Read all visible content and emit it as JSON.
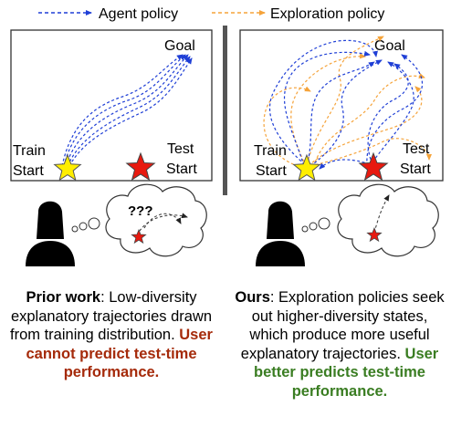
{
  "legend": {
    "agent_label": "Agent policy",
    "exploration_label": "Exploration policy",
    "agent_color": "#1f3fd6",
    "exploration_color": "#f5a33a"
  },
  "left_panel": {
    "goal": "Goal",
    "train_start": [
      "Train",
      "Start"
    ],
    "test_start": [
      "Test",
      "Start"
    ],
    "thought": "???"
  },
  "right_panel": {
    "goal": "Goal",
    "train_start": [
      "Train",
      "Start"
    ],
    "test_start": [
      "Test",
      "Start"
    ]
  },
  "captions": {
    "left": {
      "bold": "Prior work",
      "text": ": Low-diversity explanatory trajectories drawn from training distribution. ",
      "highlight": "User cannot predict test-time performance.",
      "highlight_color": "#a52a0a"
    },
    "right": {
      "bold": "Ours",
      "text": ": Exploration policies seek out higher-diversity states, which produce more useful explanatory trajectories. ",
      "highlight": "User better predicts test-time performance.",
      "highlight_color": "#3a7d22"
    }
  },
  "colors": {
    "train_star": "#ffee00",
    "test_star": "#e8190f",
    "divider": "#555555"
  }
}
